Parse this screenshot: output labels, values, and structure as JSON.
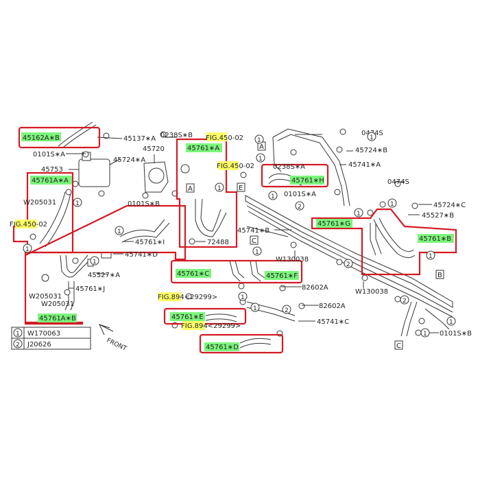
{
  "colors": {
    "outline_red": "#d21b24",
    "highlight_green": "#7cf57c",
    "highlight_yellow": "#ffff66",
    "line": "#333333"
  },
  "part_labels": {
    "p45162A_B": "45162A∗B",
    "p45137_A": "45137∗A",
    "p0238S_B": "0238S∗B",
    "p45720": "45720",
    "p0101S_A_left": "0101S∗A",
    "p45753": "45753",
    "p45724_A": "45724∗A",
    "p45761A_A": "45761A∗A",
    "pW205031_a": "W205031",
    "pFIG450_02_left": "FIG.450-02",
    "p0101S_B": "0101S∗B",
    "p45761_A": "45761∗A",
    "pFIG450_02_top": "FIG.450-02",
    "pFIG450_02_mid": "FIG.450-02",
    "p0238S_A": "0238S∗A",
    "p45761_H": "45761∗H",
    "p0474S_top": "0474S",
    "p45724_B": "45724∗B",
    "p45741_A": "45741∗A",
    "p0101S_A_mid": "0101S∗A",
    "p0474S_right": "0474S",
    "p45724_C": "45724∗C",
    "p45527_B": "45527∗B",
    "p45761_G": "45761∗G",
    "p45761_B": "45761∗B",
    "p45741_B": "45741∗B",
    "p72488": "72488",
    "p45761_I": "45761∗I",
    "p45741_D": "45741∗D",
    "p45527_A": "45527∗A",
    "p45761_J": "45761∗J",
    "pW205031_b": "W205031",
    "pW205031_c": "W205031",
    "p45761A_B": "45761A∗B",
    "pW130038_a": "W130038",
    "p45761_C": "45761∗C",
    "p45761_F": "45761∗F",
    "p82602A_a": "82602A",
    "p82602A_b": "82602A",
    "pFIG894_a": "FIG.894<29299>",
    "pFIG894_b": "FIG.894<29299>",
    "p45761_E": "45761∗E",
    "p45741_C": "45741∗C",
    "p45761_D": "45761∗D",
    "pW130038_b": "W130038",
    "p0101S_B_right": "0101S∗B"
  },
  "ref_letters": {
    "A1": "A",
    "A2": "A",
    "B": "B",
    "C1": "C",
    "C2": "C",
    "E": "E"
  },
  "callouts": {
    "one": "1",
    "two": "2"
  },
  "legend": [
    {
      "num": "1",
      "part": "W170063"
    },
    {
      "num": "2",
      "part": "J20626"
    }
  ],
  "front_label": "FRONT"
}
